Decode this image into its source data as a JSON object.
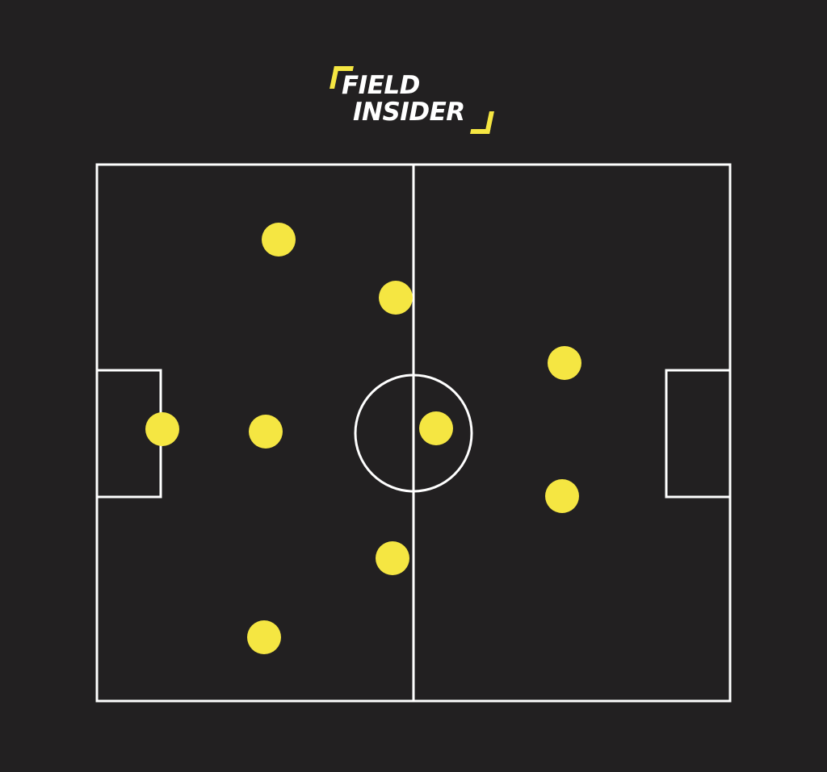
{
  "logo": {
    "line1": "FIELD",
    "line2": "INSIDER"
  },
  "colors": {
    "background": "#222021",
    "lines": "#ffffff",
    "player": "#f5e642"
  },
  "players": [
    {
      "id": "goalkeeper"
    },
    {
      "id": "defender-top"
    },
    {
      "id": "defender-center"
    },
    {
      "id": "defender-bottom"
    },
    {
      "id": "midfielder-top"
    },
    {
      "id": "midfielder-bottom"
    },
    {
      "id": "midfielder-center"
    },
    {
      "id": "forward-top"
    },
    {
      "id": "forward-bottom"
    }
  ]
}
